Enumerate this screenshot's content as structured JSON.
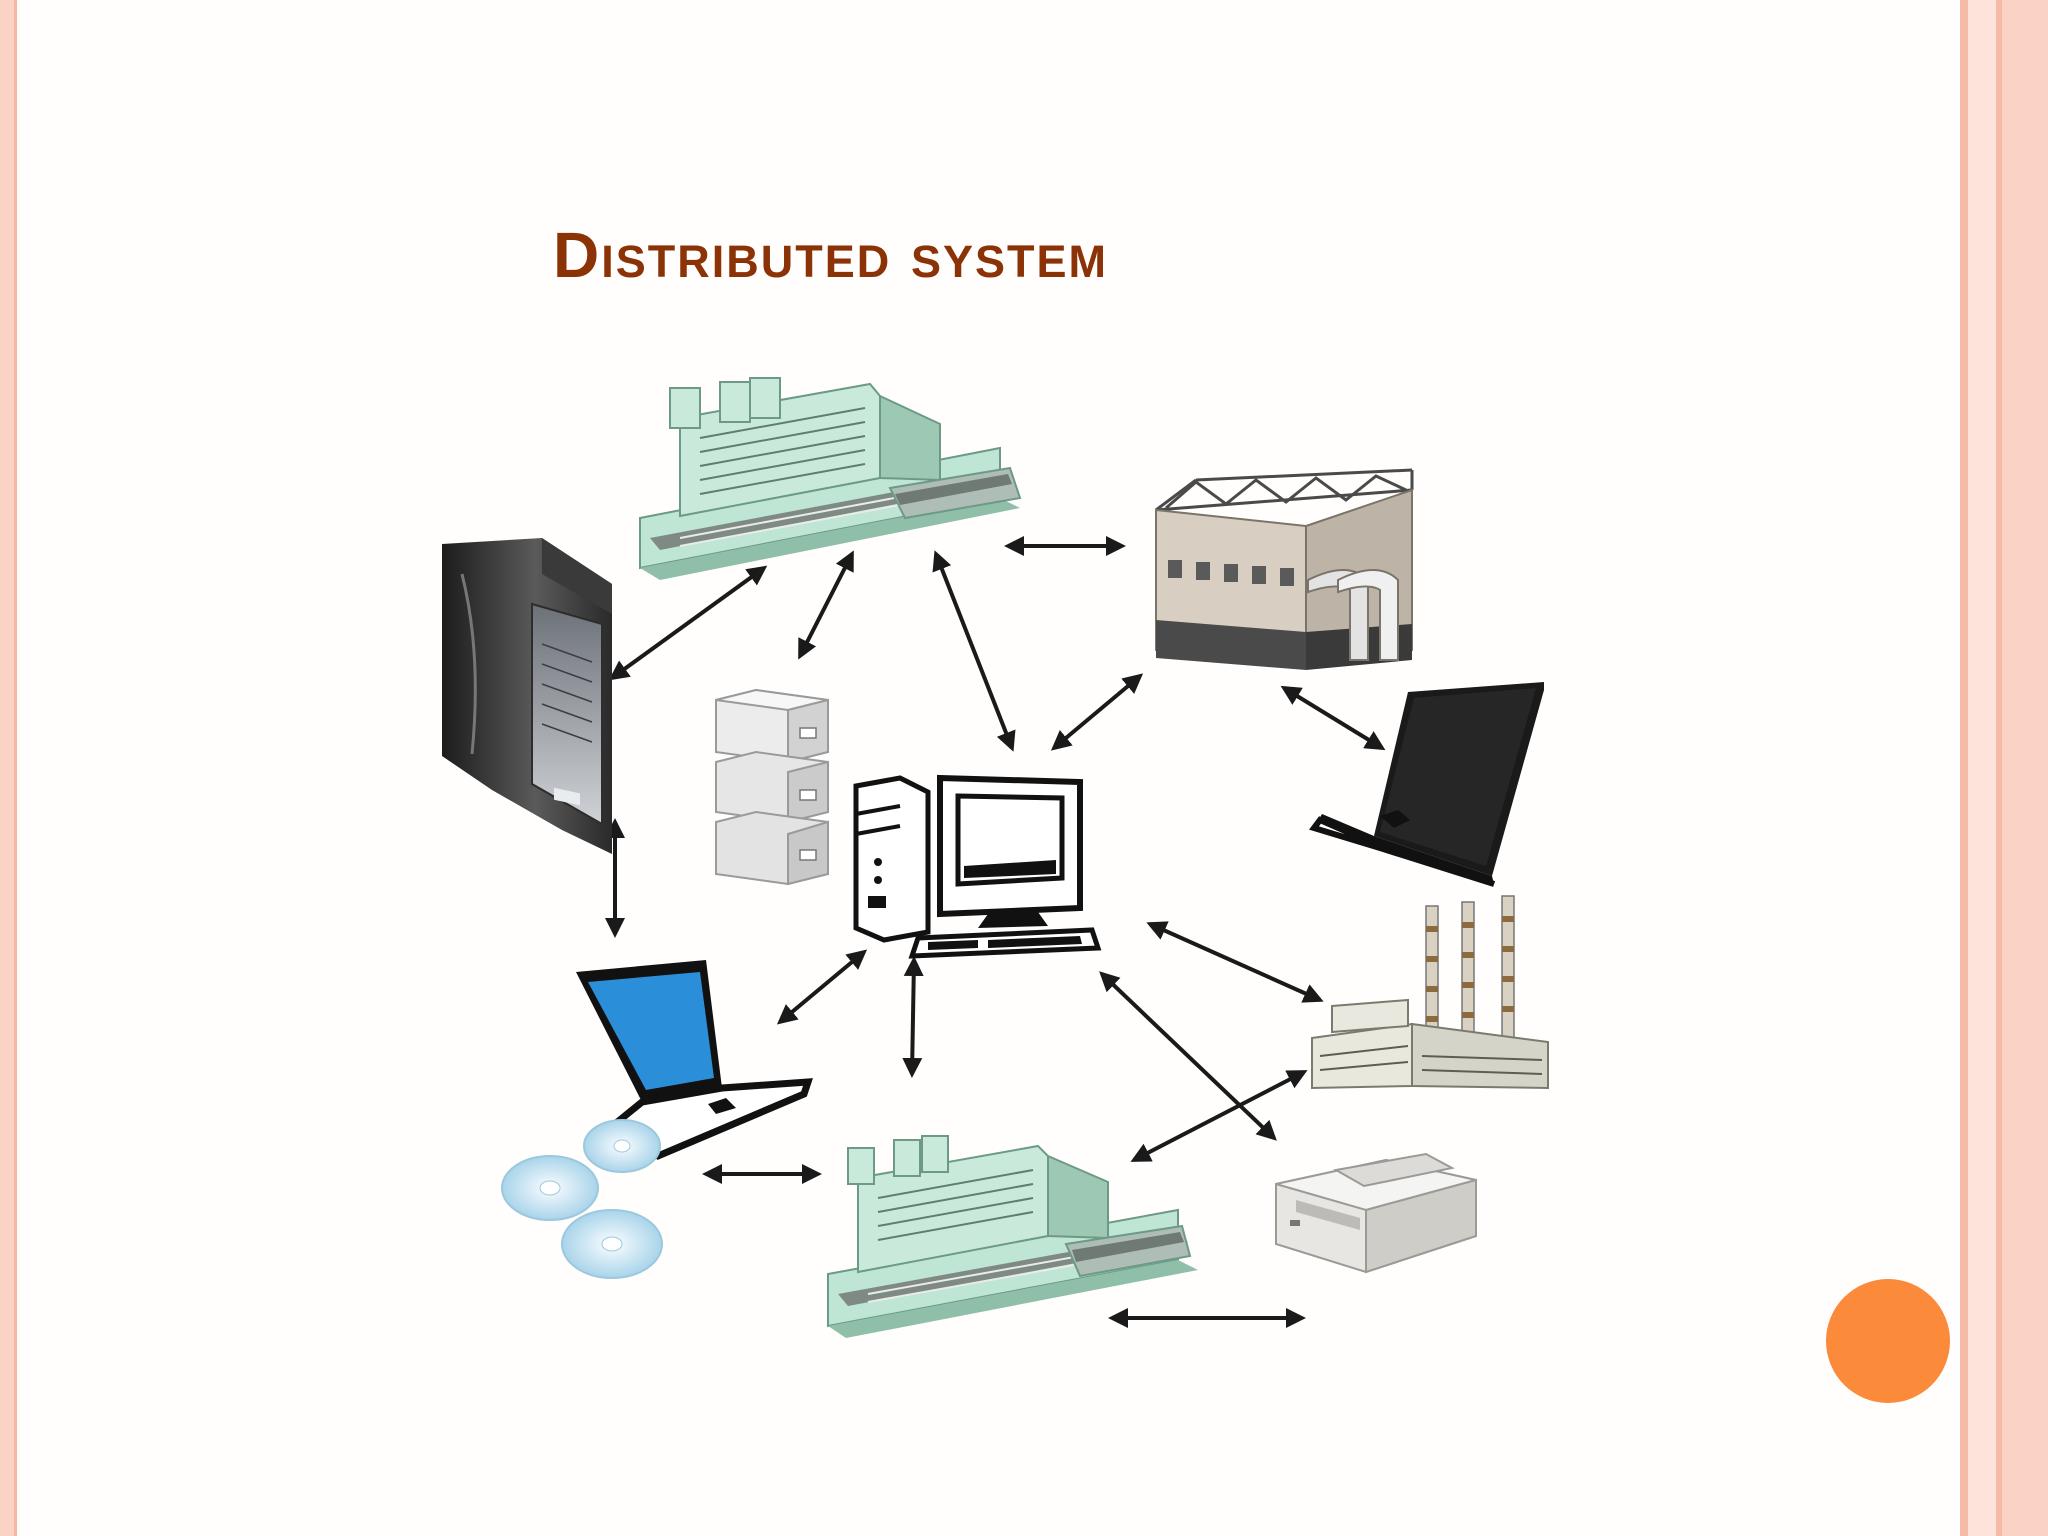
{
  "slide": {
    "title": "Distributed system"
  },
  "colors": {
    "title": "#8b3306",
    "accent_dot": "#fb8a3a",
    "border": "#f6bba7",
    "building": "#bfe6d4",
    "arrow": "#1a1a1a"
  },
  "diagram": {
    "nodes": [
      {
        "id": "building-top",
        "icon": "building-icon"
      },
      {
        "id": "industrial-building",
        "icon": "industrial-building-icon"
      },
      {
        "id": "tower-server",
        "icon": "server-tower-icon"
      },
      {
        "id": "storage-boxes",
        "icon": "storage-boxes-icon"
      },
      {
        "id": "desktop-computer",
        "icon": "desktop-computer-icon"
      },
      {
        "id": "laptop-right",
        "icon": "laptop-icon"
      },
      {
        "id": "laptop-left",
        "icon": "laptop-blue-screen-icon"
      },
      {
        "id": "cds",
        "icon": "cd-icon"
      },
      {
        "id": "factory",
        "icon": "factory-icon"
      },
      {
        "id": "building-bottom",
        "icon": "building-icon"
      },
      {
        "id": "printer",
        "icon": "printer-icon"
      }
    ]
  }
}
